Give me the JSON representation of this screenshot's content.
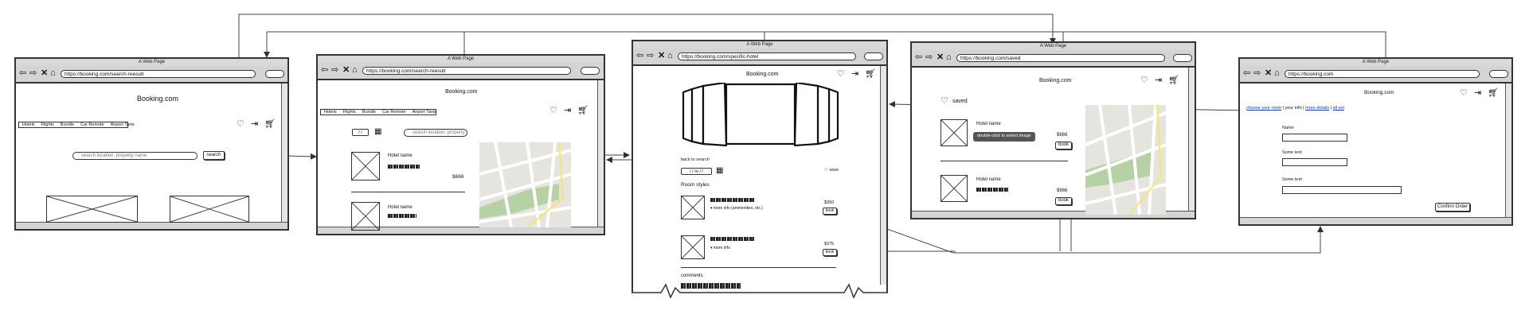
{
  "common": {
    "window_title": "A Web Page",
    "brand": "Booking.com"
  },
  "frame1": {
    "url": "https://booking.com/search-reesult",
    "menu": [
      "Hotels",
      "Flights",
      "Bundle",
      "Car Remote",
      "Airport Taxis"
    ],
    "search_placeholder": "search location, property name",
    "search_button": "search"
  },
  "frame2": {
    "url": "https://booking.com/search-reesult",
    "menu": [
      "Hotels",
      "Flights",
      "Bundle",
      "Car Remote",
      "Airport Taxis"
    ],
    "date_value": "/ /",
    "search_placeholder": "search location, property",
    "results": [
      {
        "name": "Hotel name",
        "price": "$666"
      },
      {
        "name": "Hotel name",
        "price": ""
      }
    ]
  },
  "frame3": {
    "url": "https://booking.com/specific-hotel",
    "back_link": "back to search",
    "date_value": "/ / to / /",
    "save_label": "save",
    "room_styles_heading": "Room styles",
    "rooms": [
      {
        "more": "more info (ammenities, etc.)",
        "price": "$350",
        "button": "book"
      },
      {
        "more": "more info",
        "price": "$375",
        "button": "book"
      }
    ],
    "comments_heading": "comments"
  },
  "frame4": {
    "url": "https://booking.com/saved",
    "saved_heading": "saved",
    "tooltip": "double-click to select image",
    "items": [
      {
        "name": "Hotel name",
        "price": "$666",
        "button": "book"
      },
      {
        "name": "Hotel name",
        "price": "$666",
        "button": "book"
      }
    ]
  },
  "frame5": {
    "url": "https://booking.com",
    "steps": [
      "choose your room",
      "your info",
      "more details",
      "all set"
    ],
    "fields": [
      {
        "label": "Name"
      },
      {
        "label": "Some text"
      },
      {
        "label": "Some text"
      }
    ],
    "confirm_button": "Confirm Order"
  },
  "icons": {
    "back": "back-arrow-icon",
    "forward": "forward-arrow-icon",
    "stop": "stop-icon",
    "home": "home-icon",
    "heart": "heart-icon",
    "login": "login-icon",
    "cart": "cart-icon",
    "calendar": "calendar-icon"
  }
}
